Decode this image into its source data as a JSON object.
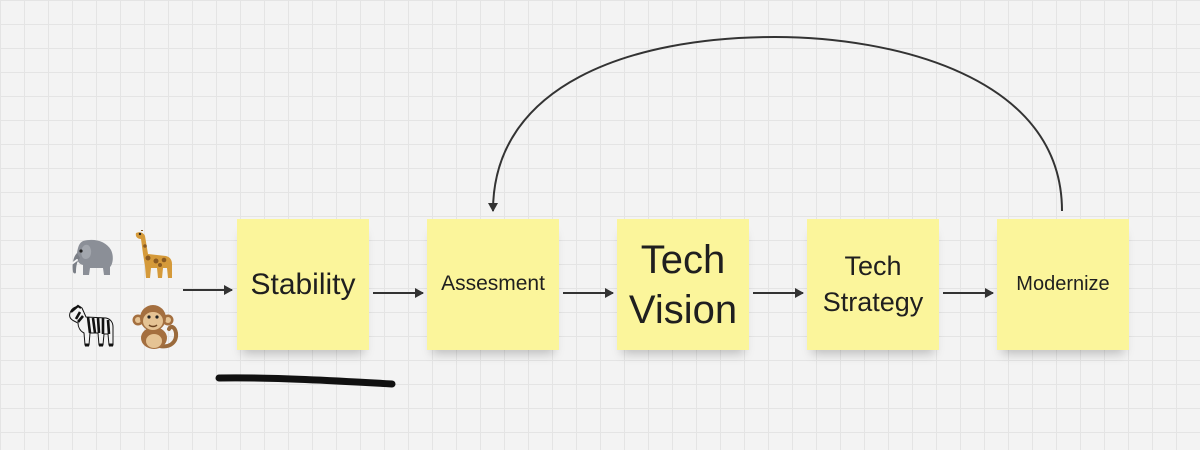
{
  "stickies": [
    {
      "id": "stability",
      "text": "Stability"
    },
    {
      "id": "assessment",
      "text": "Assesment"
    },
    {
      "id": "tech-vision",
      "text": "Tech Vision"
    },
    {
      "id": "tech-strategy",
      "text": "Tech Strategy"
    },
    {
      "id": "modernize",
      "text": "Modernize"
    }
  ],
  "animals": [
    "elephant-icon",
    "giraffe-icon",
    "zebra-icon",
    "monkey-icon"
  ],
  "colors": {
    "sticky": "#fbf59b",
    "connector": "#333333",
    "underline_stroke": "#111111",
    "canvas": "#f3f3f3",
    "grid": "#e4e4e4"
  }
}
